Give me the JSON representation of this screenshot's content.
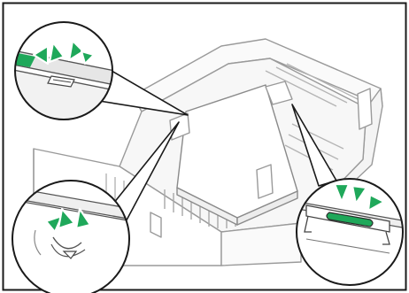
{
  "figure": {
    "subject": "paper-tray-illustration",
    "colors": {
      "frame": "#1a1a1a",
      "line": "#555555",
      "light_line": "#9a9a9a",
      "fill": "#ffffff",
      "tray_fill": "#f7f7f7",
      "callout_grey": "#e6e6e6",
      "arrow_green": "#1fa85a",
      "arrow_white": "#ffffff"
    },
    "callouts": [
      {
        "id": "top-left",
        "icon": "guide-lock-arrows"
      },
      {
        "id": "bottom-left",
        "icon": "guide-notch-arrows"
      },
      {
        "id": "bottom-right",
        "icon": "end-guide-arrows"
      }
    ]
  }
}
